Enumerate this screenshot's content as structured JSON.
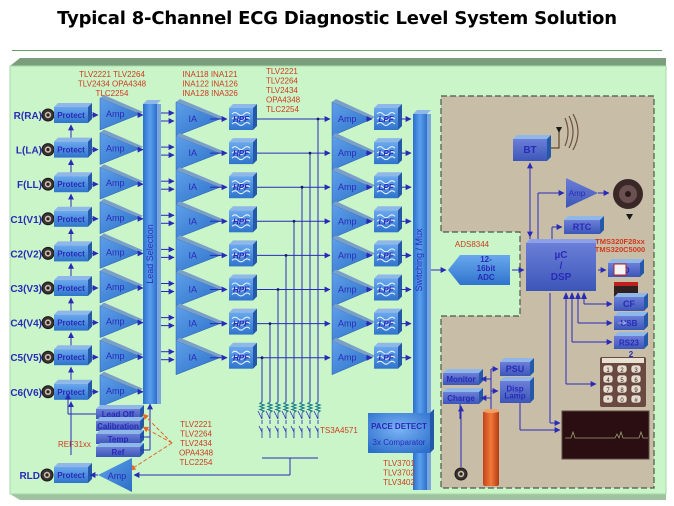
{
  "title": "Typical 8-Channel ECG Diagnostic Level System Solution",
  "colors": {
    "background_panel": "#c9f5c9",
    "panel_border": "#6e9470",
    "block_blue": "#3f86d8",
    "block_dark": "#2a64b8",
    "text_blue": "#2a2ab8",
    "part_red": "#d03a1c",
    "digital_zone": "#c8bea7",
    "screen_bg": "#2a0e12"
  },
  "inputs": {
    "electrodes": [
      "R(RA)",
      "L(LA)",
      "F(LL)",
      "C1(V1)",
      "C2(V2)",
      "C3(V3)",
      "C4(V4)",
      "C5(V5)",
      "C6(V6)"
    ],
    "rld_label": "RLD",
    "protect_label": "Protect",
    "amp_label": "Amp"
  },
  "parts": {
    "front_amp": [
      "TLV2221  TLV2264",
      "TLV2434  OPA4348",
      "TLC2254"
    ],
    "ia": [
      "INA118   INA121",
      "INA122   INA126",
      "INA128   INA326"
    ],
    "mid_amp": [
      "TLV2221",
      "TLV2264",
      "TLV2434",
      "OPA4348",
      "TLC2254"
    ],
    "rld_amp": [
      "TLV2221",
      "TLV2264",
      "TLV2434",
      "OPA4348",
      "TLC2254"
    ],
    "ref": "REF31xx",
    "switch": "TS3A4571",
    "comparator": [
      "TLV3701",
      "TLV3702",
      "TLV3402"
    ],
    "adc": "ADS8344",
    "dsp": [
      "TMS320F28xx",
      "TMS320C5000"
    ]
  },
  "blocks": {
    "lead_selection": "Lead Selection",
    "ia_label": "IA",
    "hpf_label": "HPF",
    "lpf_label": "LPF",
    "mux": "Switching / Mux",
    "lead_off": "Lead Off",
    "calibration": "Calibration",
    "temp": "Temp",
    "ref": "Ref",
    "pace_detect": "PACE DETECT",
    "comparator": "3x Comparator",
    "adc": [
      "12-",
      "16bit",
      "ADC"
    ],
    "dsp": [
      "µC",
      "/",
      "DSP"
    ],
    "bt": "BT",
    "amp": "Amp",
    "rtc": "RTC",
    "sd": "SD",
    "cf": "CF",
    "usb": "USB",
    "rs232": "RS23",
    "rs232_suffix": "2",
    "psu": "PSU",
    "disp_lamp": [
      "Disp",
      "Lamp"
    ],
    "monitor": "Monitor",
    "charge": "Charge"
  },
  "keypad": {
    "keys": [
      "1",
      "2",
      "3",
      "4",
      "5",
      "6",
      "7",
      "8",
      "9",
      "*",
      "0",
      "#"
    ]
  }
}
